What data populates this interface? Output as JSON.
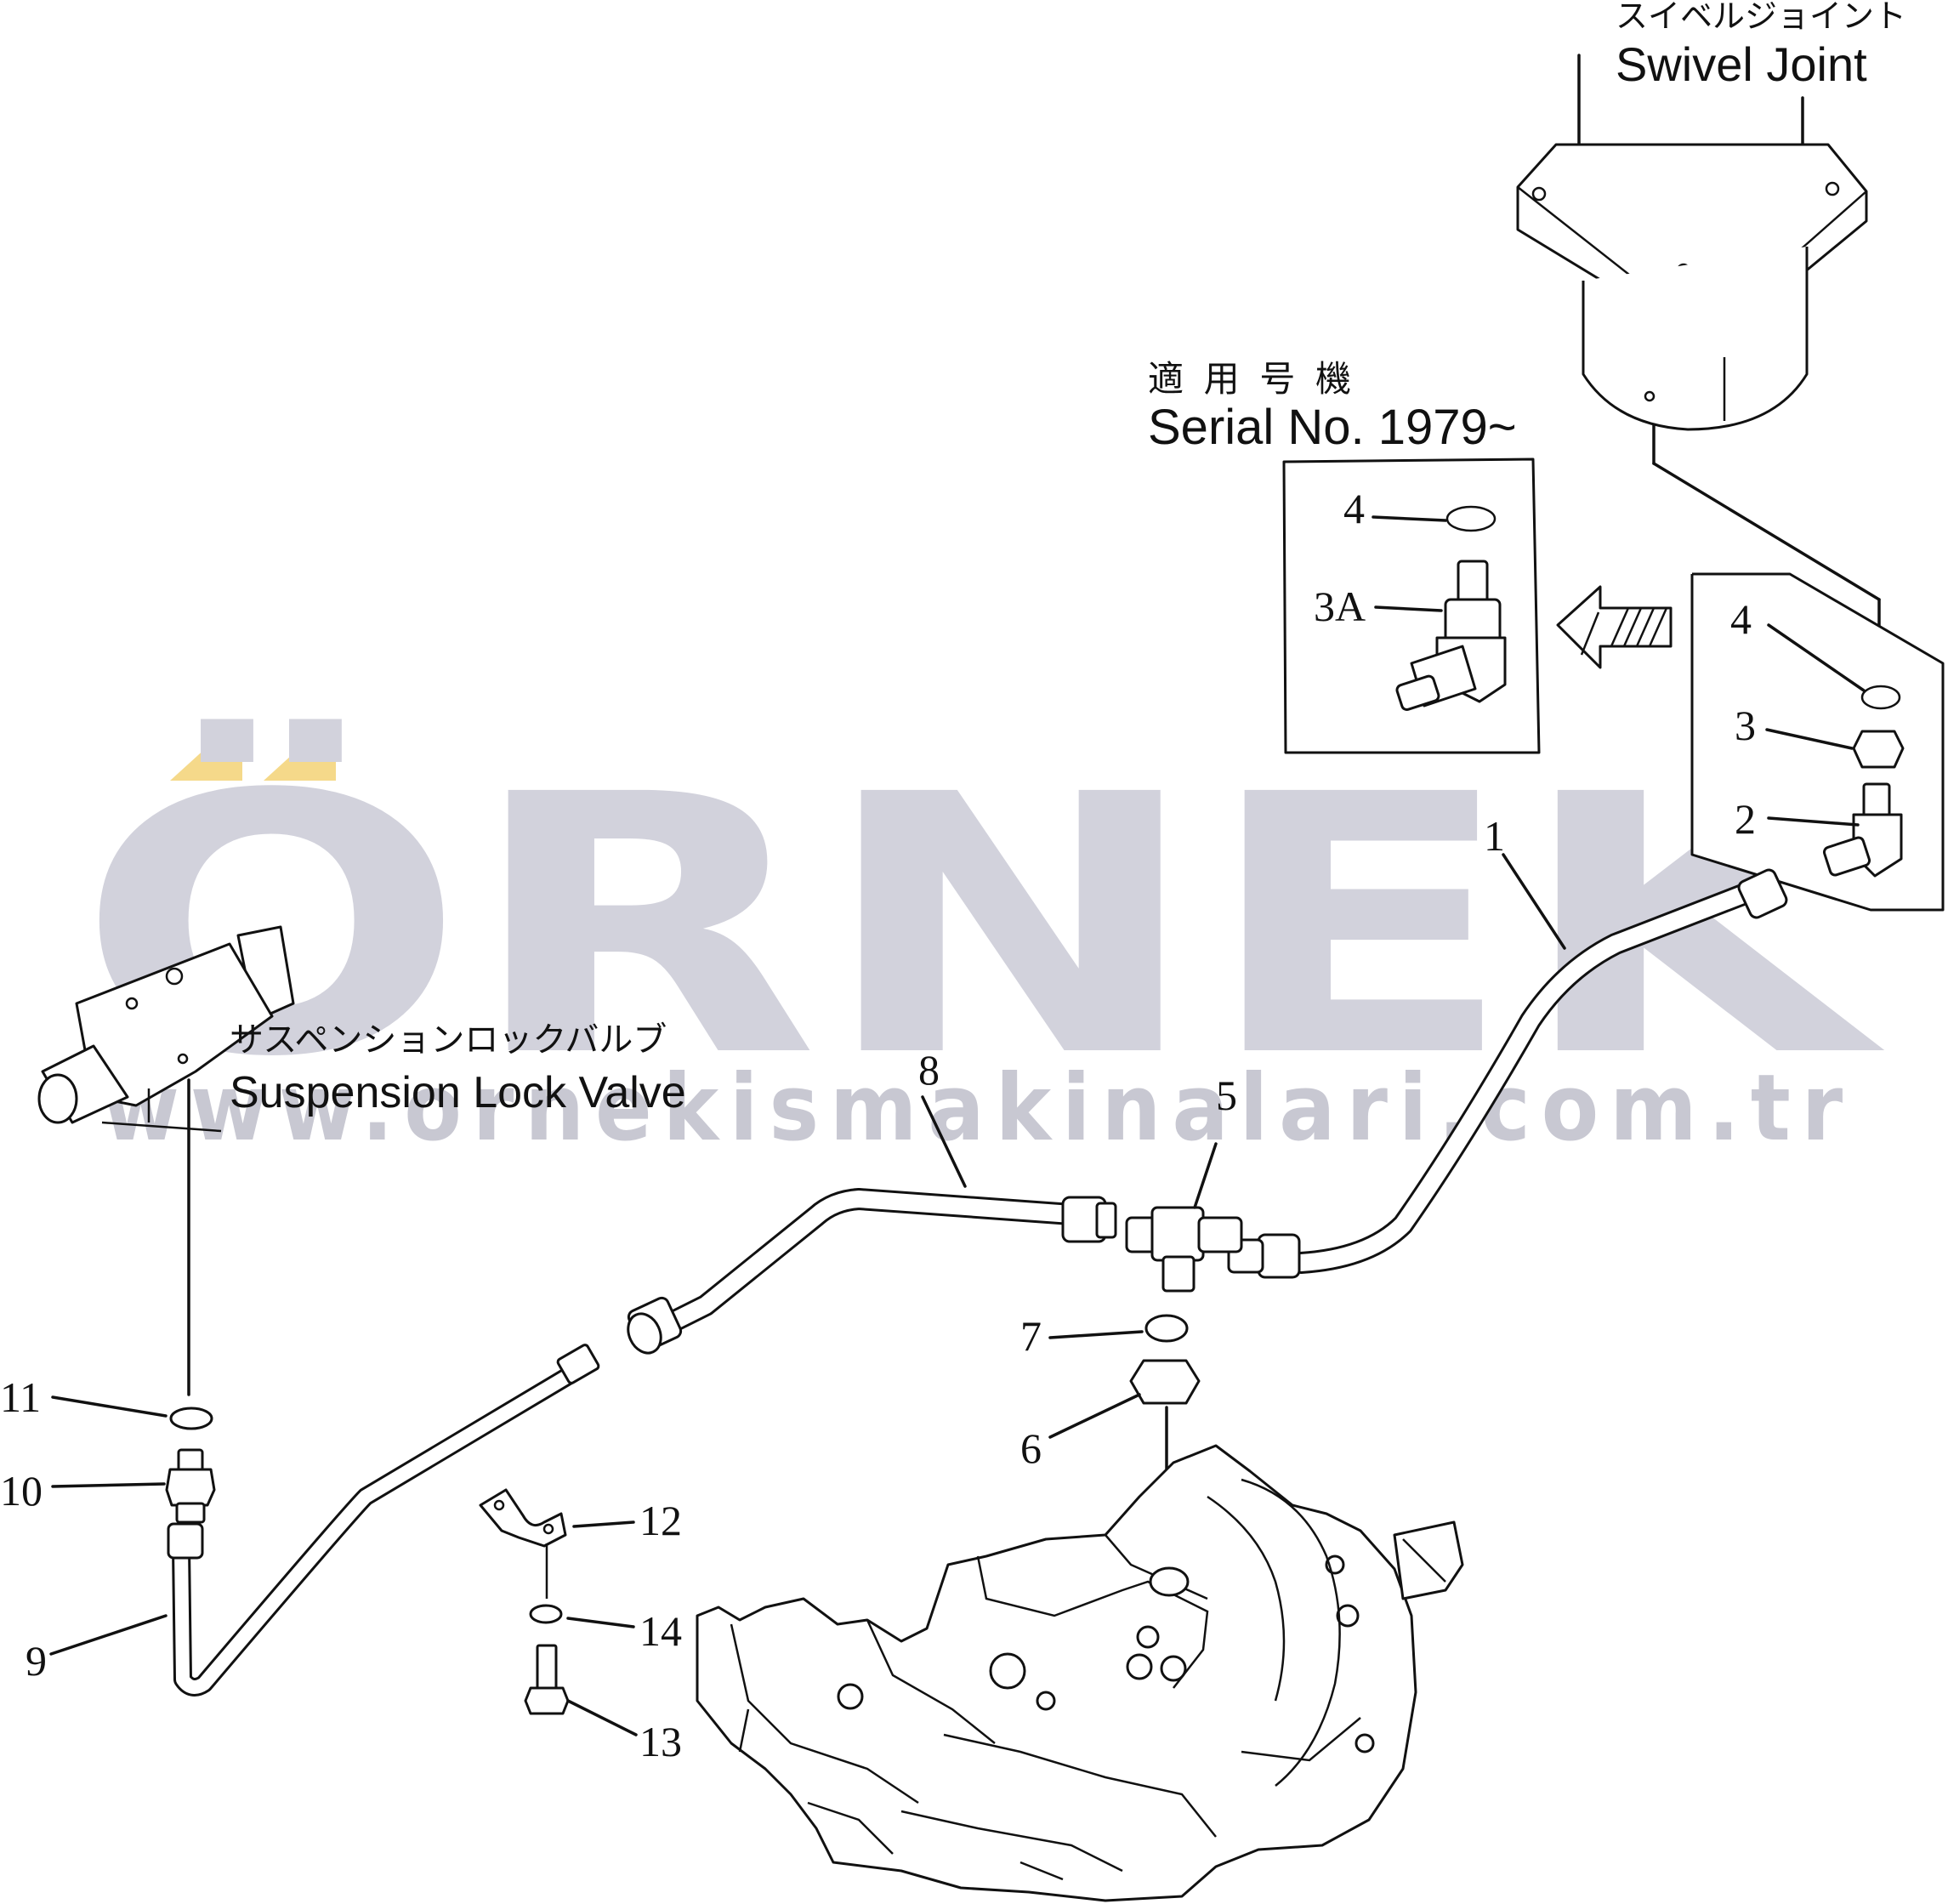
{
  "labels": {
    "swivel_jp": "スイベルジョイント",
    "swivel_en": "Swivel Joint",
    "serial_jp": "適 用 号 機",
    "serial_en": "Serial No. 1979~",
    "valve_jp": "サスペンションロックバルブ",
    "valve_en": "Suspension Lock Valve"
  },
  "watermark": {
    "brand": "ÖRNEK",
    "url": "www.ornekismakinalari.com.tr",
    "brand_color": "#d2d2dc",
    "accent_color": "#f5d98a"
  },
  "callouts": {
    "c1": "1",
    "c2": "2",
    "c3": "3",
    "c3a": "3A",
    "c4a": "4",
    "c4b": "4",
    "c5": "5",
    "c6": "6",
    "c7": "7",
    "c8": "8",
    "c9": "9",
    "c10": "10",
    "c11": "11",
    "c12": "12",
    "c13": "13",
    "c14": "14"
  }
}
